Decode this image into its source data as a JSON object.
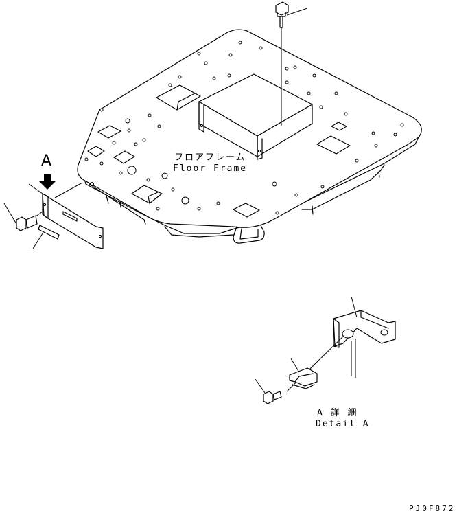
{
  "labels": {
    "floor_frame_jp": "フロアフレーム",
    "floor_frame_en": "Floor Frame",
    "view_marker": "A",
    "detail_jp": "A 詳 細",
    "detail_en": "Detail A",
    "drawing_code": "PJ0F872"
  }
}
